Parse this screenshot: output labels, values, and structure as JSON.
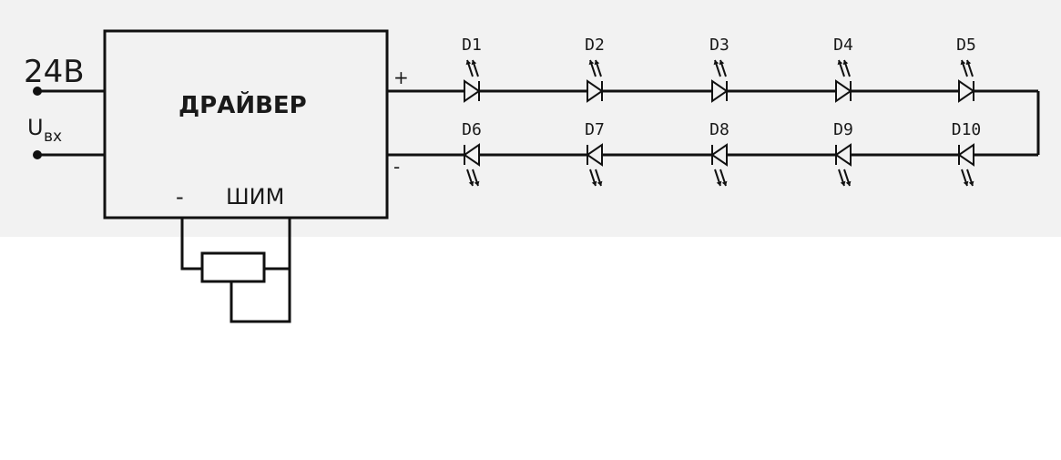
{
  "input": {
    "voltage_label": "24В",
    "u_symbol": "U",
    "u_subscript": "вх"
  },
  "driver": {
    "title": "ДРАЙВЕР",
    "out_plus": "+",
    "out_minus": "-",
    "ctrl_minus": "-",
    "ctrl_pwm": "ШИМ"
  },
  "leds": {
    "top_row": [
      "D1",
      "D2",
      "D3",
      "D4",
      "D5"
    ],
    "bottom_row": [
      "D6",
      "D7",
      "D8",
      "D9",
      "D10"
    ]
  }
}
